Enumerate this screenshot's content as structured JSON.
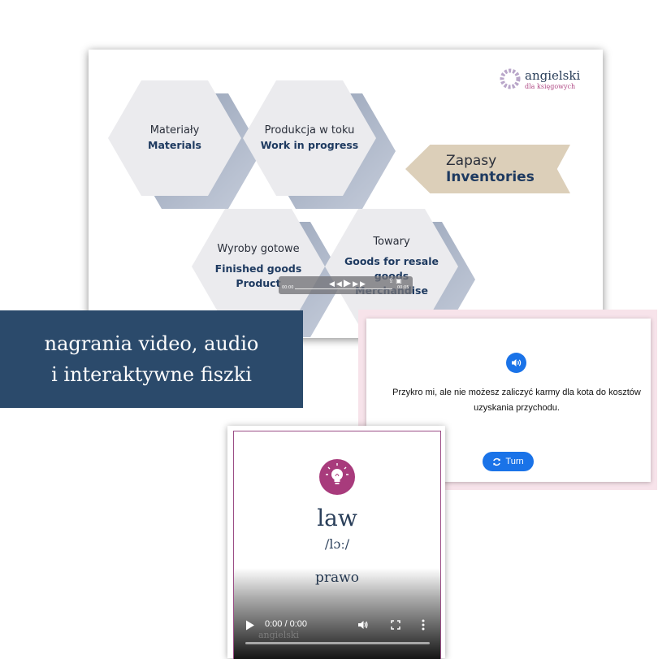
{
  "slide": {
    "logo": {
      "word": "angielski",
      "sub": "dla księgowych"
    },
    "hexagons": [
      {
        "pl": "Materiały",
        "en": [
          "Materials"
        ]
      },
      {
        "pl": "Produkcja w toku",
        "en": [
          "Work in progress"
        ]
      },
      {
        "pl": "Wyroby gotowe",
        "en": [
          "Finished goods",
          "Product"
        ]
      },
      {
        "pl": "Towary",
        "en": [
          "Goods for resale",
          "goods",
          "Merchandise"
        ]
      }
    ],
    "arrow": {
      "pl": "Zapasy",
      "en": "Inventories"
    },
    "player": {
      "time_left": "00:00",
      "time_right": "00:05"
    }
  },
  "banner": {
    "line1": "nagrania video, audio",
    "line2": "i interaktywne fiszki"
  },
  "flashcard": {
    "text": "Przykro mi, ale nie możesz zaliczyć karmy dla kota do kosztów uzyskania przychodu.",
    "turn_label": "Turn",
    "accent": "#1a73e8"
  },
  "vocab_card": {
    "icon": "lightbulb-icon",
    "word": "law",
    "ipa": "/lɔː/",
    "translation": "prawo",
    "time": "0:00 / 0:00",
    "watermark": "angielski",
    "accent": "#a83b7c"
  }
}
